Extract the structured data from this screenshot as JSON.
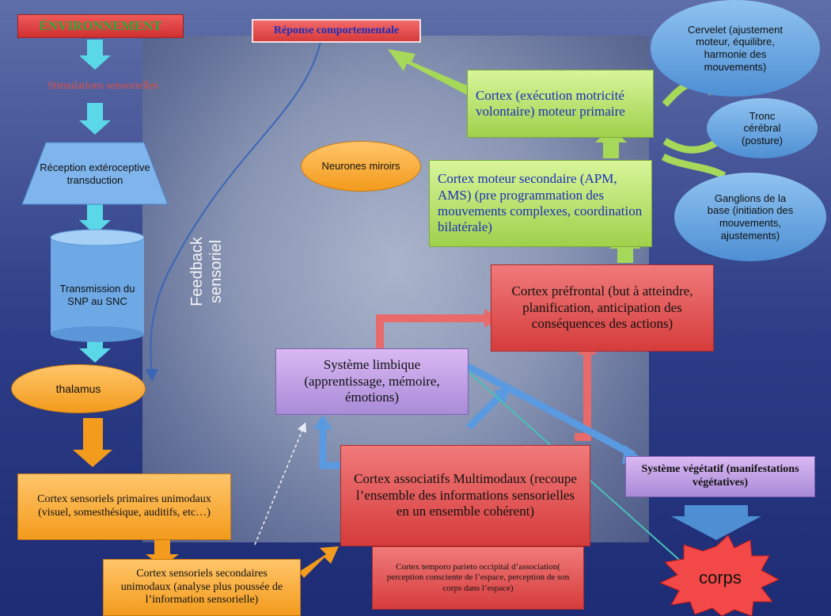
{
  "environnement": "ÉNVIRONNEMENT",
  "stimulations": "Stimulations sensorielles",
  "reception": "Réception extéroceptive transduction",
  "transmission": "Transmission du SNP au SNC",
  "thalamus": "thalamus",
  "cortex_primaires": "Cortex sensoriels primaires unimodaux (visuel, somesthésique, auditifs, etc…)",
  "cortex_secondaires": "Cortex sensoriels secondaires unimodaux (analyse plus poussée de l’information sensorielle)",
  "reponse": "Réponse comportementale",
  "feedback": "Feedback sensoriel",
  "neurones_miroirs": "Neurones miroirs",
  "cortex_moteur_primaire": "Cortex (exécution motricité volontaire) moteur primaire",
  "cortex_moteur_secondaire": "Cortex moteur secondaire (APM, AMS) (pre programmation des mouvements complexes, coordination bilatérale)",
  "cervelet": "Cervelet (ajustement moteur, équilibre, harmonie des mouvements)",
  "tronc": "Tronc cérébral (posture)",
  "ganglions": "Ganglions de la base (initiation des mouvements, ajustements)",
  "cortex_prefrontal": "Cortex préfrontal (but à atteindre, planification, anticipation des conséquences des actions)",
  "systeme_limbique": "Système limbique (apprentissage, mémoire, émotions)",
  "cortex_associatifs": "Cortex associatifs Multimodaux (recoupe l’ensemble des informations sensorielles en un ensemble cohérent)",
  "cortex_temporo": "Cortex temporo parieto occipital d’association( perception consciente de l’espace, perception de son corps dans l’espace)",
  "systeme_vegetatif": "Système végétatif (manifestations végétatives)",
  "corps": "corps",
  "colors": {
    "red": "#d63c3c",
    "green": "#9fd14c",
    "purple": "#a98bd8",
    "orange": "#f39b1c",
    "blue": "#4e8fd4",
    "cyan": "#5ad8e8"
  }
}
